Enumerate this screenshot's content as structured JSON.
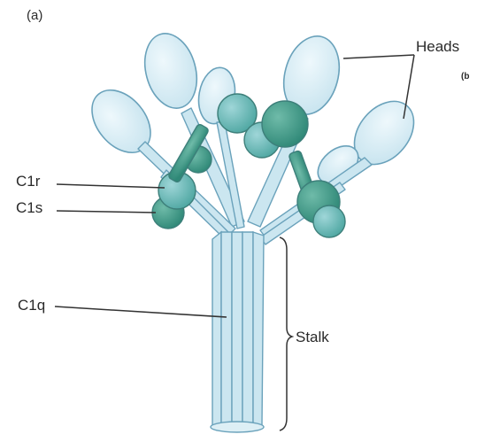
{
  "panel_label": "(a)",
  "edge_fragment": "(b",
  "labels": {
    "heads": "Heads",
    "c1r": "C1r",
    "c1s": "C1s",
    "c1q": "C1q",
    "stalk": "Stalk"
  },
  "colors": {
    "head_fill": "#d8edf5",
    "head_stroke": "#6aa2bb",
    "arm_fill": "#cbe6f0",
    "c1r_fill": "#5cb3ad",
    "c1r_light": "#8dccd3",
    "c1s_fill": "#3e9a89",
    "leader": "#333333"
  }
}
